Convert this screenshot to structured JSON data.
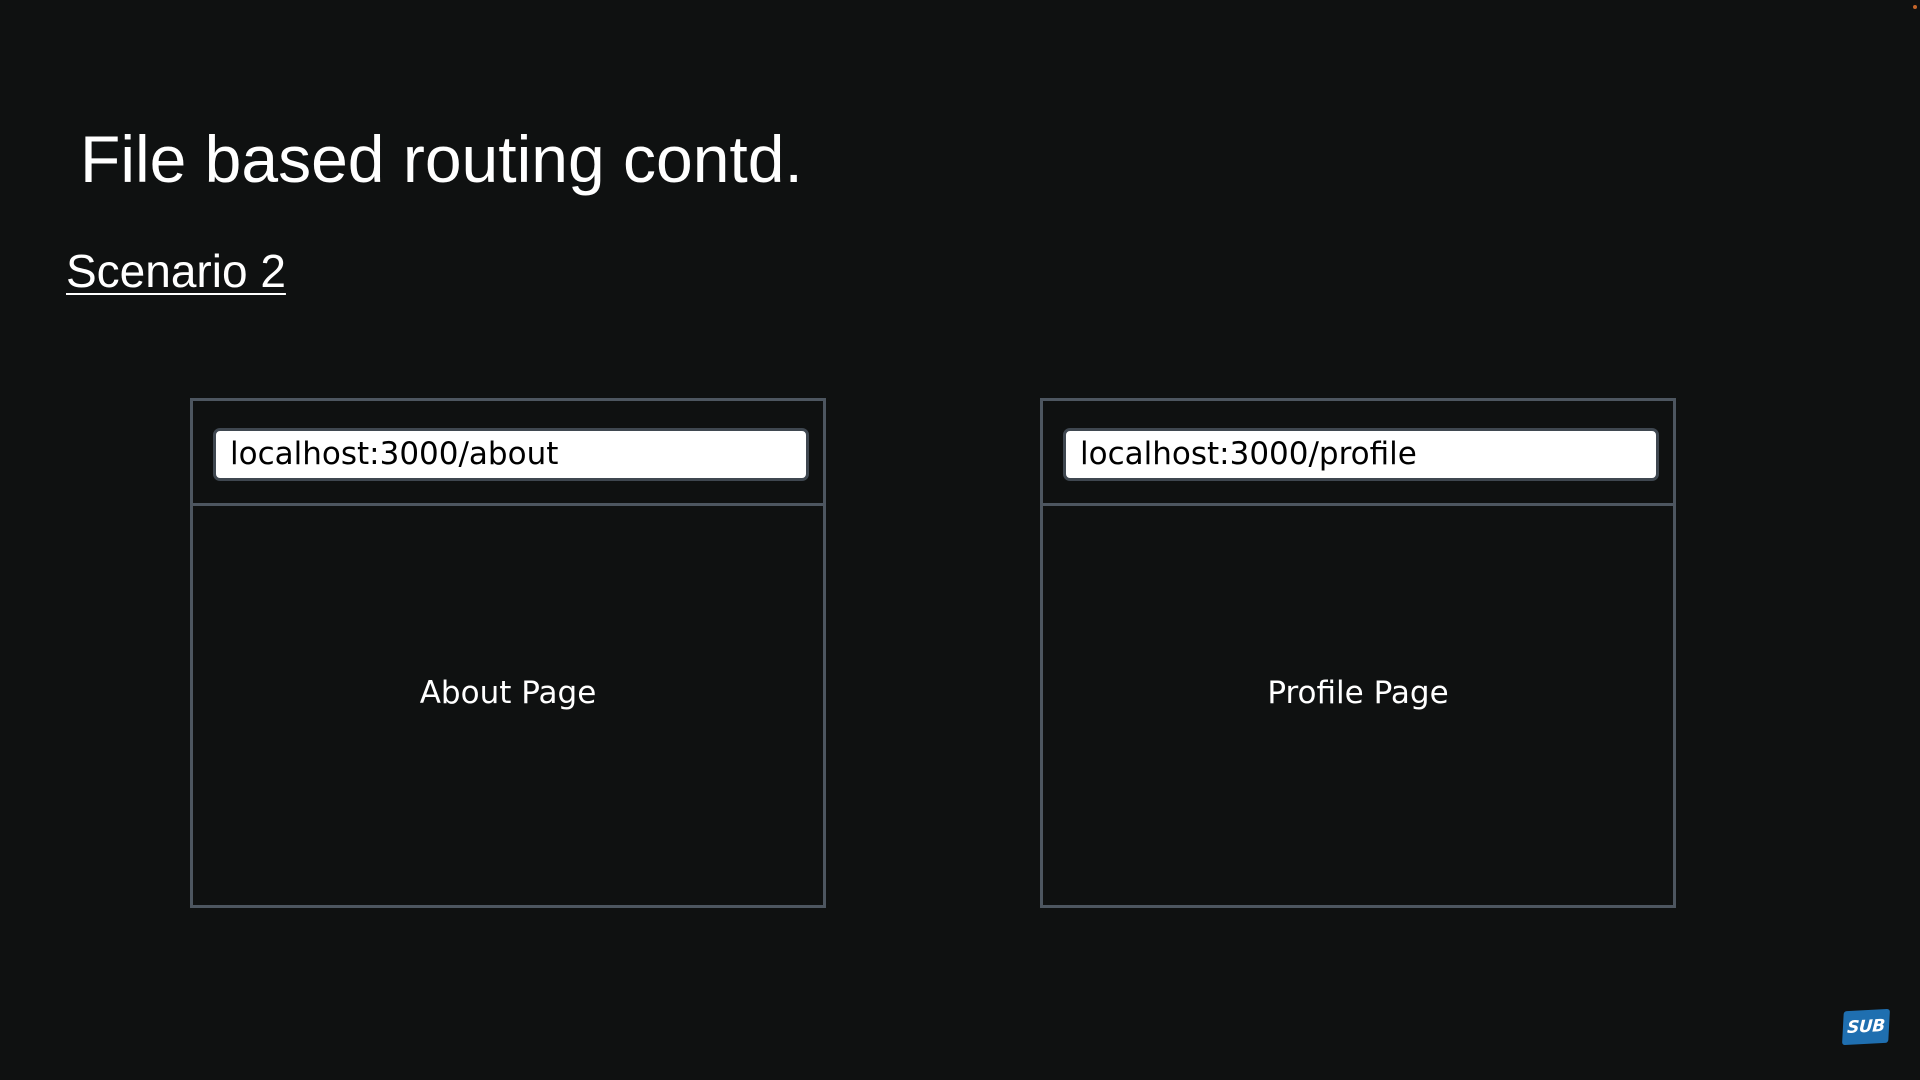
{
  "slide": {
    "title": "File based routing contd.",
    "subtitle": "Scenario 2"
  },
  "browsers": [
    {
      "url": "localhost:3000/about",
      "page_label": "About Page"
    },
    {
      "url": "localhost:3000/profile",
      "page_label": "Profile Page"
    }
  ],
  "badge": {
    "label": "SUB",
    "color": "#1f6fb0"
  }
}
